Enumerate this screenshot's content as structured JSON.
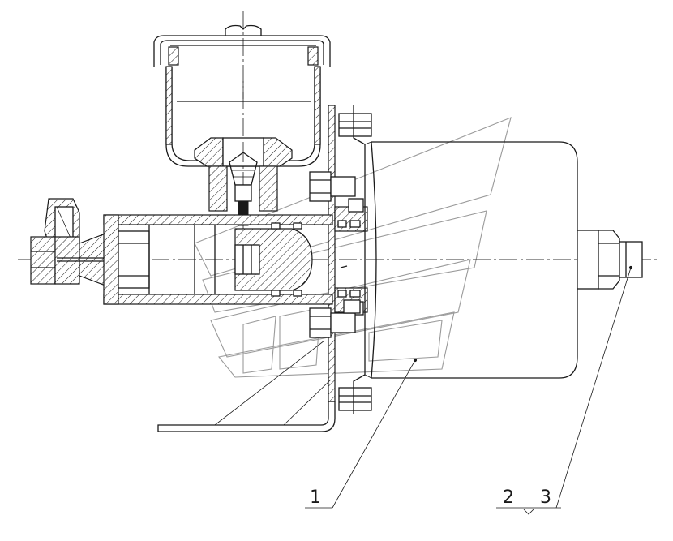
{
  "callouts": {
    "item1": "1",
    "item2": "2",
    "item3": "3"
  }
}
